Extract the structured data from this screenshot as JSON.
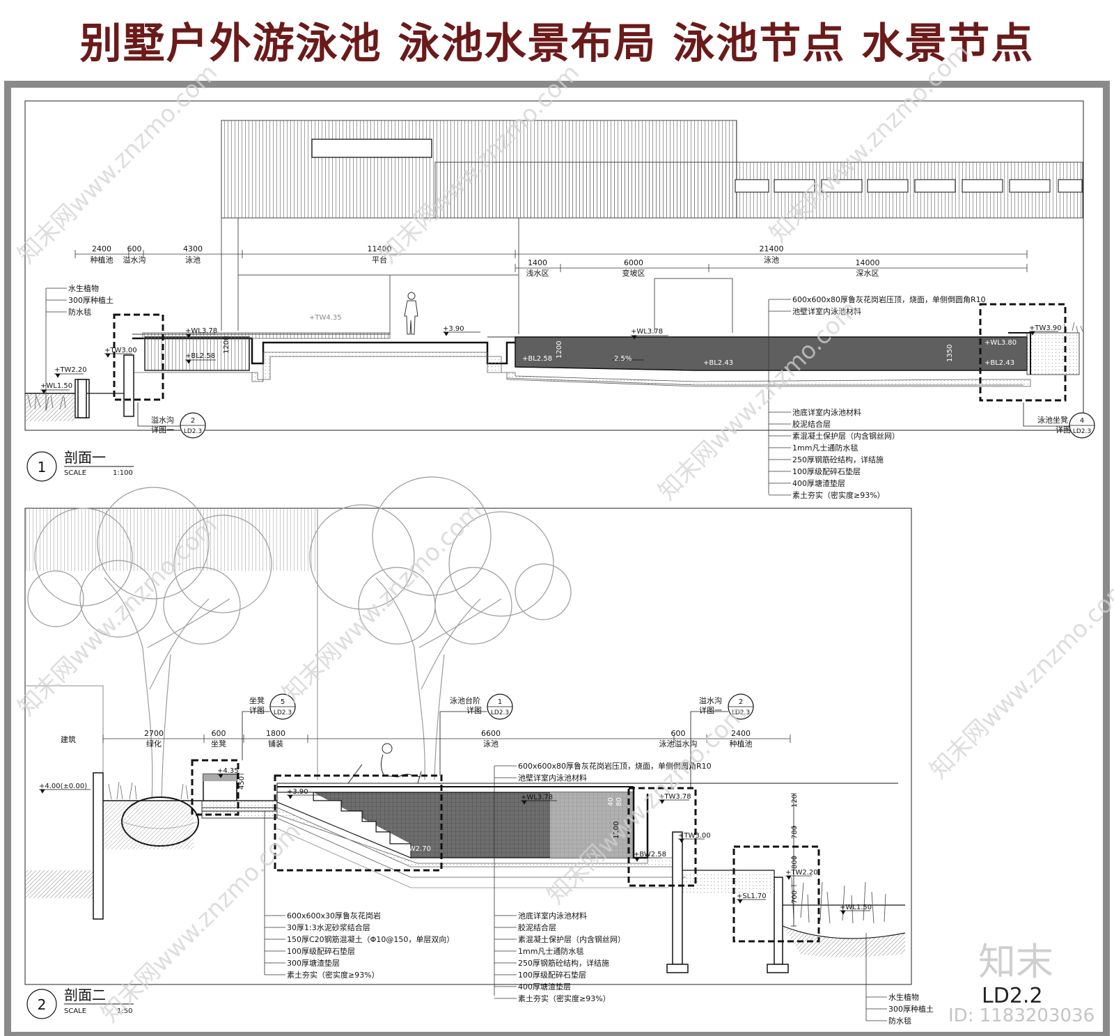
{
  "title": "别墅户外游泳池 泳池水景布局 泳池节点 水景节点",
  "section1": {
    "circle_num": "1",
    "name": "剖面一",
    "scale_label": "SCALE",
    "scale_value": "1:100",
    "dims_top": [
      {
        "value": "2400",
        "label": "种植池"
      },
      {
        "value": "600",
        "label": "溢水沟"
      },
      {
        "value": "4300",
        "label": "泳池"
      },
      {
        "value": "11400",
        "label": "平台"
      },
      {
        "value": "21400",
        "label": "泳池"
      }
    ],
    "dims_sub": [
      {
        "value": "1400",
        "label": "浅水区"
      },
      {
        "value": "6000",
        "label": "变坡区"
      },
      {
        "value": "14000",
        "label": "深水区"
      }
    ],
    "left_notes": [
      "水生植物",
      "300厚种植土",
      "防水毯"
    ],
    "elevations": [
      "+TW4.35",
      "+WL3.78",
      "+BL2.58",
      "+TW3.00",
      "+TW2.20",
      "+WL1.50",
      "+3.90",
      "+WL3.78",
      "+BL2.58",
      "+BL2.43",
      "+TW3.90",
      "+WL3.80",
      "+BL2.43"
    ],
    "dim_vertical": [
      "1200",
      "1200",
      "1350"
    ],
    "slope": "2.5%",
    "top_notes": [
      "600x600x80厚鲁灰花岗岩压顶，烧面，单侧倒圆角R10",
      "池壁详室内泳池材料"
    ],
    "bottom_notes": [
      "池底详室内泳池材料",
      "胶泥结合层",
      "素混凝土保护层（内含钢丝网）",
      "1mm凡士通防水毯",
      "250厚钢筋砼结构，详结施",
      "100厚级配碎石垫层",
      "400厚塘渣垫层",
      "素土夯实（密实度≥93%）"
    ],
    "callouts": [
      {
        "name": "溢水沟",
        "ref": "详图一",
        "num": "2",
        "sheet": "LD2.3"
      },
      {
        "name": "泳池坐凳",
        "ref": "详图",
        "num": "4",
        "sheet": "LD2.3"
      }
    ]
  },
  "section2": {
    "circle_num": "2",
    "name": "剖面二",
    "scale_label": "SCALE",
    "scale_value": "1:50",
    "building_label": "建筑",
    "dims": [
      {
        "value": "2700",
        "label": "绿化"
      },
      {
        "value": "600",
        "label": "坐凳"
      },
      {
        "value": "1800",
        "label": "铺装"
      },
      {
        "value": "6600",
        "label": "泳池"
      },
      {
        "value": "600",
        "label": "泳池溢水沟"
      },
      {
        "value": "2400",
        "label": "种植池"
      }
    ],
    "callouts": [
      {
        "name": "坐凳",
        "ref": "详图",
        "num": "5",
        "sheet": "LD2.3"
      },
      {
        "name": "泳池台阶",
        "ref": "详图",
        "num": "1",
        "sheet": "LD2.3"
      },
      {
        "name": "溢水沟",
        "ref": "详图一",
        "num": "2",
        "sheet": "LD2.3"
      }
    ],
    "elevations": [
      "+4.00(±0.00)",
      "+4.35",
      "+3.90",
      "+WL3.78",
      "+TW3.78",
      "+TW3.00",
      "+BW2.70",
      "+BW2.58",
      "+TW2.20",
      "+SL1.70",
      "+WL1.50"
    ],
    "dim_vertical": [
      "450",
      "40",
      "80",
      "1200",
      "120",
      "780",
      "800",
      "700"
    ],
    "top_notes": [
      "600x600x80厚鲁灰花岗岩压顶，烧面，单侧倒圆角R10",
      "池壁详室内泳池材料"
    ],
    "left_notes": [
      "600x600x30厚鲁灰花岗岩",
      "30厚1:3水泥砂浆结合层",
      "150厚C20钢筋混凝土（Φ10@150，单层双向）",
      "100厚级配碎石垫层",
      "300厚塘渣垫层",
      "素土夯实（密实度≥93%）"
    ],
    "mid_notes": [
      "池底详室内泳池材料",
      "胶泥结合层",
      "素混凝土保护层（内含钢丝网）",
      "1mm凡士通防水毯",
      "250厚钢筋砼结构，详结施",
      "100厚级配碎石垫层",
      "400厚塘渣垫层",
      "素土夯实（密实度≥93%）"
    ],
    "right_notes": [
      "水生植物",
      "300厚种植土",
      "防水毯"
    ]
  },
  "sheet_number": "LD2.2",
  "watermark": {
    "text": "知末网www.znzmo.com",
    "logo": "知末",
    "id": "ID: 1183203036"
  },
  "colors": {
    "title": "#6b1a1a",
    "frame": "#8a8a8a",
    "water": "#5f5f5f",
    "line": "#111111",
    "tree": "#9a9a9a"
  }
}
